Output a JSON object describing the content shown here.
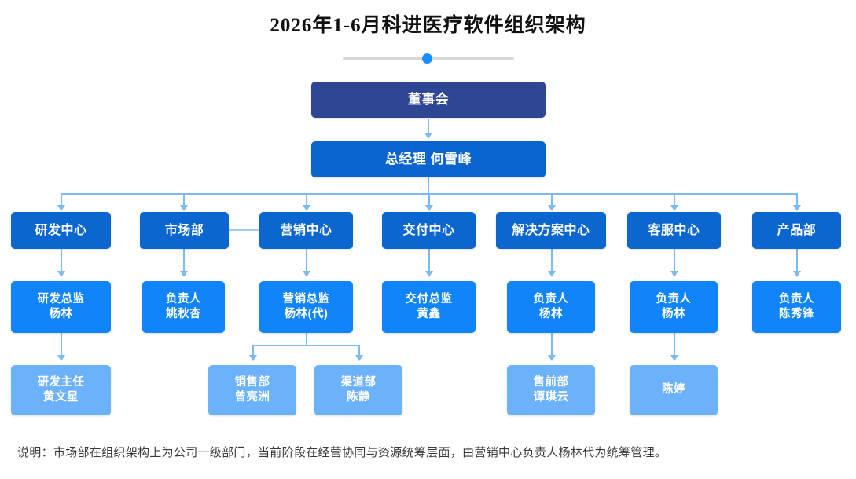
{
  "title": "2026年1-6月科进医疗软件组织架构",
  "slider": {
    "name": "zoom-slider",
    "value_percent": 50,
    "handle_color": "#1890ff",
    "track_color": "#d8d8d8"
  },
  "colors": {
    "board": "#2f4694",
    "general_manager": "#0a64cf",
    "department": "#0c66cf",
    "manager": "#1084fb",
    "team": "#6cb2fa",
    "connector": "#7db9f2",
    "background": "#ffffff",
    "title_text": "#111111",
    "footnote_text": "#3a3a3a"
  },
  "nodes": {
    "board": {
      "label": "董事会"
    },
    "gm": {
      "label": "总经理 何雪峰"
    },
    "departments": [
      {
        "id": "rd",
        "label": "研发中心"
      },
      {
        "id": "market",
        "label": "市场部"
      },
      {
        "id": "sales",
        "label": "营销中心"
      },
      {
        "id": "delivery",
        "label": "交付中心"
      },
      {
        "id": "solution",
        "label": "解决方案中心"
      },
      {
        "id": "service",
        "label": "客服中心"
      },
      {
        "id": "product",
        "label": "产品部"
      }
    ],
    "managers": [
      {
        "id": "rd-mgr",
        "title": "研发总监",
        "person": "杨林"
      },
      {
        "id": "market-mgr",
        "title": "负责人",
        "person": "姚秋杏"
      },
      {
        "id": "sales-mgr",
        "title": "营销总监",
        "person": "杨林(代)"
      },
      {
        "id": "delivery-mgr",
        "title": "交付总监",
        "person": "黄鑫"
      },
      {
        "id": "solution-mgr",
        "title": "负责人",
        "person": "杨林"
      },
      {
        "id": "service-mgr",
        "title": "负责人",
        "person": "杨林"
      },
      {
        "id": "product-mgr",
        "title": "负责人",
        "person": "陈秀锋"
      }
    ],
    "teams": [
      {
        "id": "rd-team",
        "title": "研发主任",
        "person": "黄文星"
      },
      {
        "id": "sales-team-1",
        "title": "销售部",
        "person": "曾亮洲"
      },
      {
        "id": "sales-team-2",
        "title": "渠道部",
        "person": "陈静"
      },
      {
        "id": "solution-team",
        "title": "售前部",
        "person": "谭琪云"
      },
      {
        "id": "service-team",
        "title": "陈婷",
        "person": ""
      }
    ]
  },
  "footnote": "说明：市场部在组织架构上为公司一级部门，当前阶段在经营协同与资源统筹层面，由营销中心负责人杨林代为统筹管理。"
}
